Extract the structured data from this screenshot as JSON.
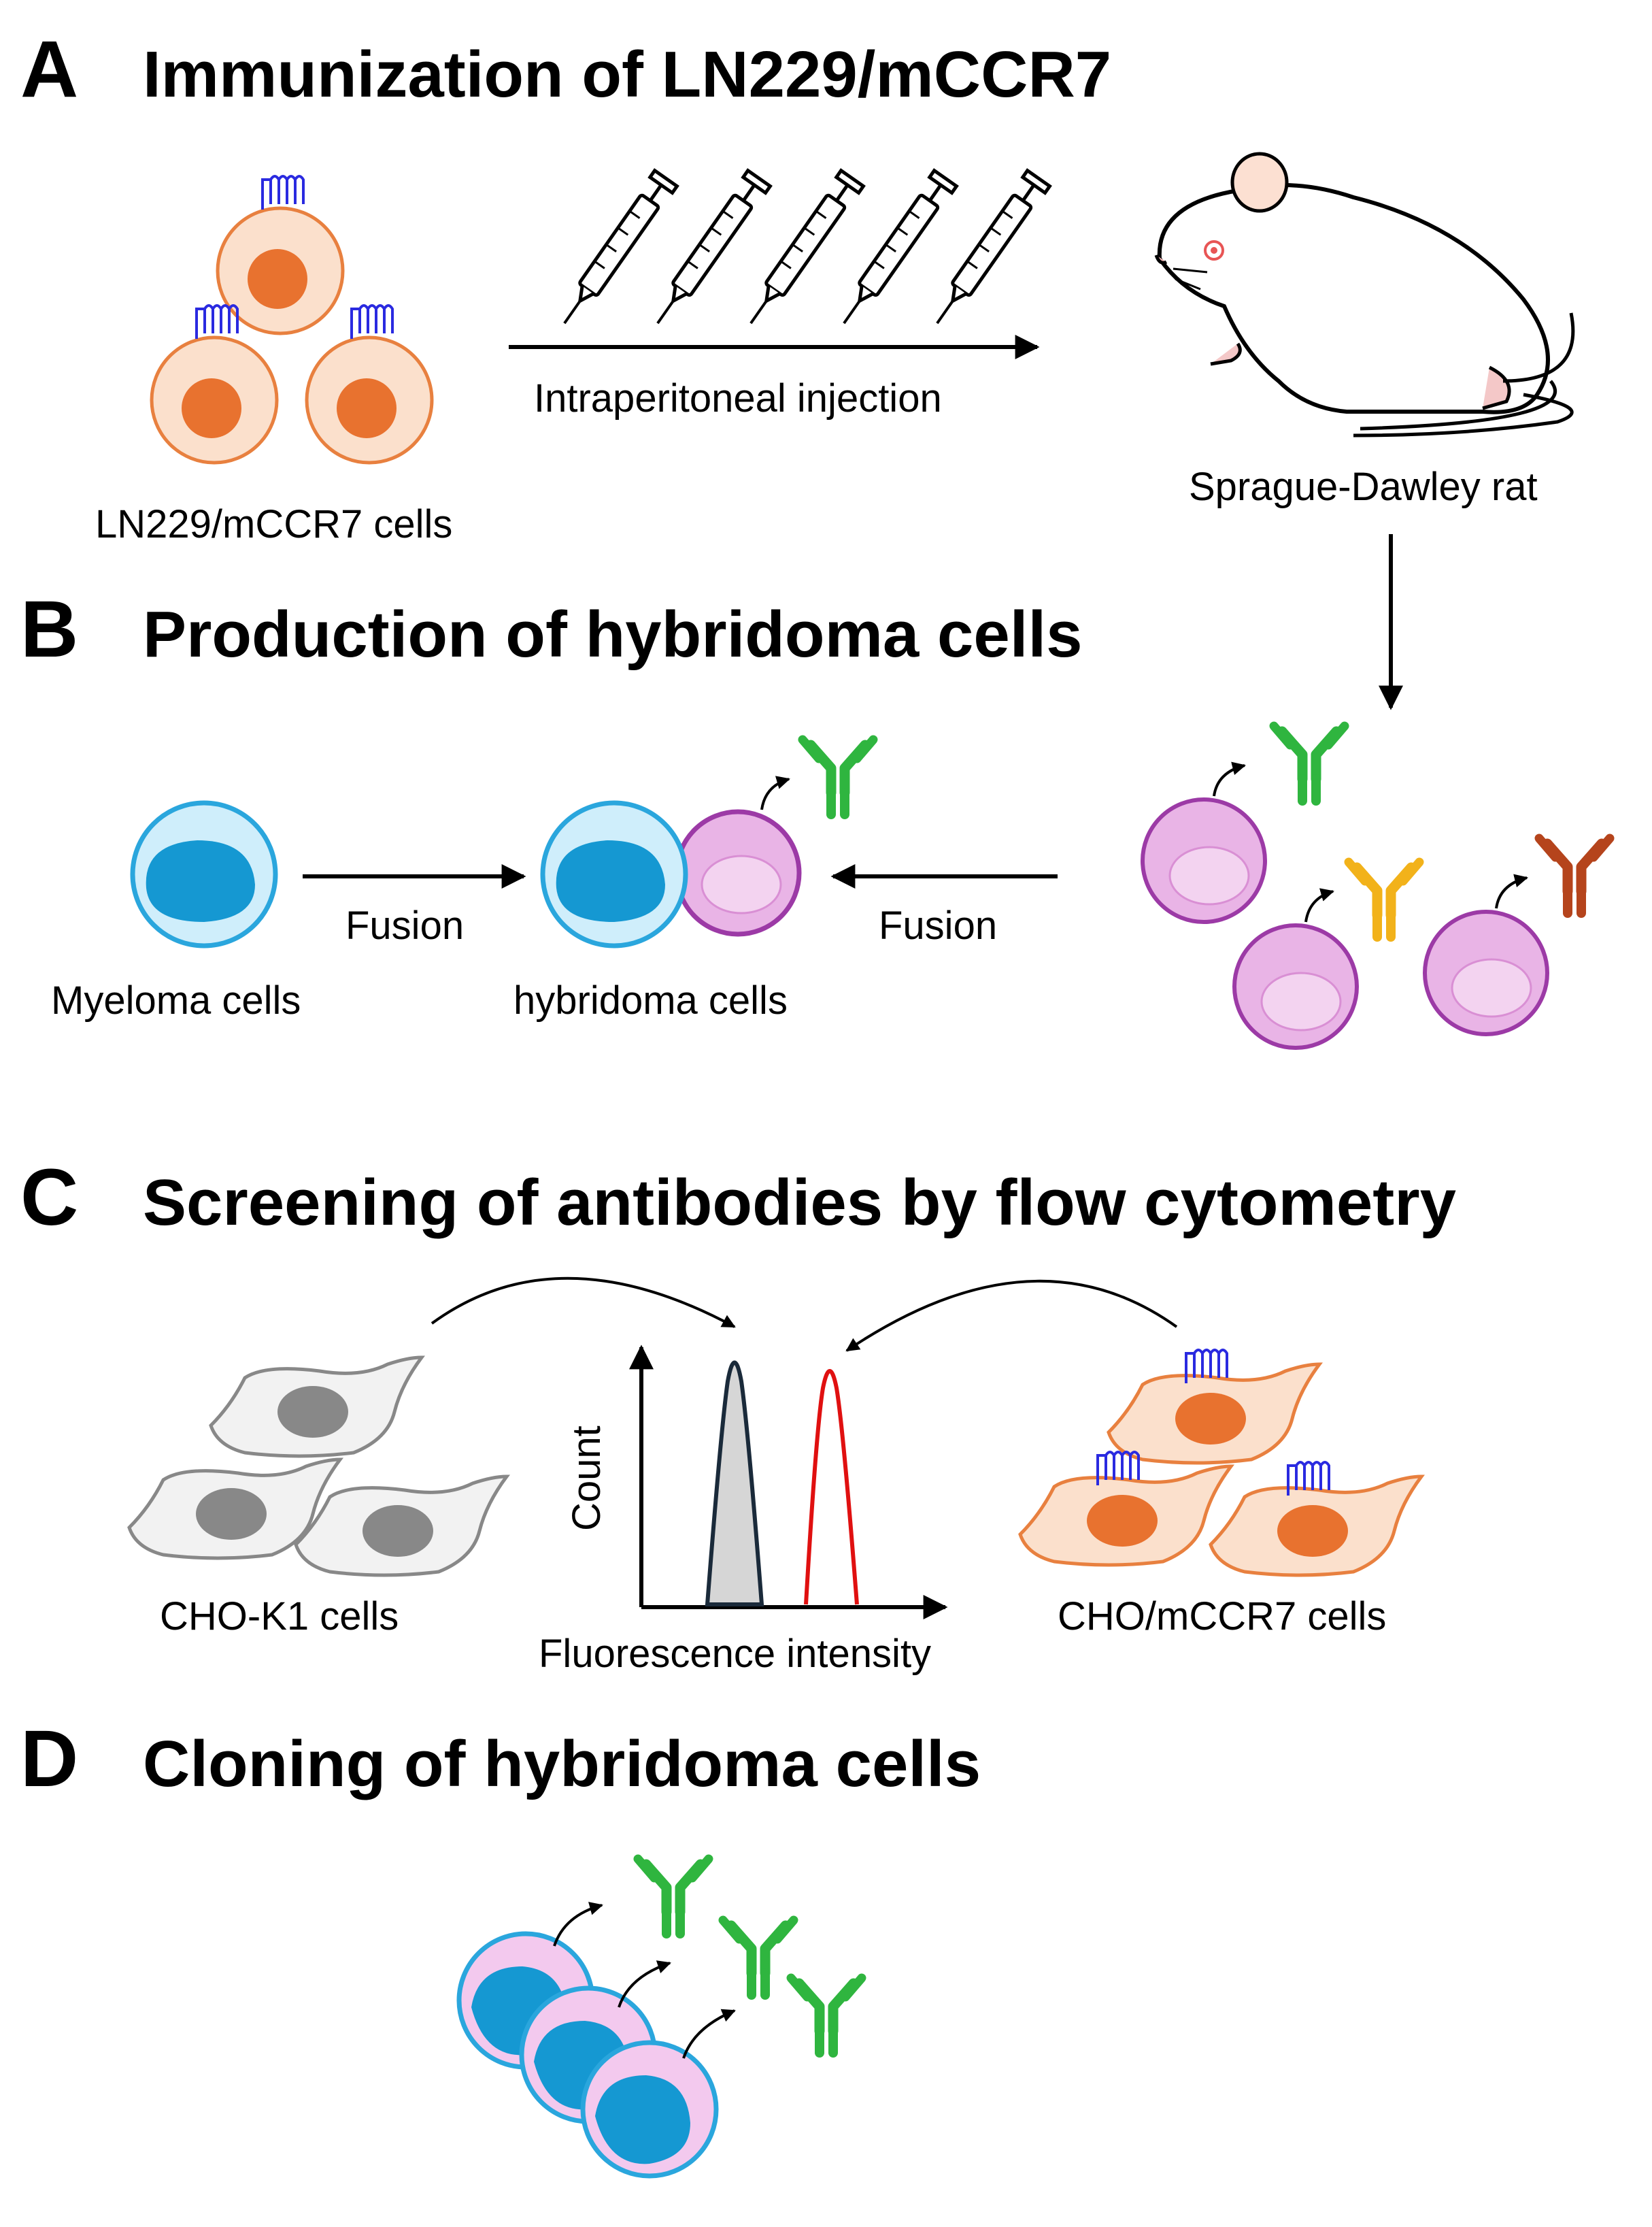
{
  "panels": {
    "a": {
      "letter": "A",
      "title": "Immunization of LN229/mCCR7"
    },
    "b": {
      "letter": "B",
      "title": "Production of hybridoma cells"
    },
    "c": {
      "letter": "C",
      "title": "Screening of antibodies by flow cytometry"
    },
    "d": {
      "letter": "D",
      "title": "Cloning of hybridoma cells"
    }
  },
  "labels": {
    "ln229_cells": "LN229/mCCR7 cells",
    "injection": "Intraperitoneal injection",
    "rat": "Sprague-Dawley rat",
    "fusion_left": "Fusion",
    "fusion_right": "Fusion",
    "myeloma": "Myeloma cells",
    "hybridoma": "hybridoma cells",
    "cho_k1": "CHO-K1 cells",
    "cho_mccr7": "CHO/mCCR7 cells",
    "count_axis": "Count",
    "fluorescence_axis": "Fluorescence intensity"
  },
  "colors": {
    "ln229_cytoplasm": "#fbe0cc",
    "ln229_nucleus": "#e8722f",
    "ln229_outline": "#e8803f",
    "receptor": "#2a2ae0",
    "myeloma_fill": "#cfeefb",
    "myeloma_nucleus": "#1598d2",
    "myeloma_outline": "#2aa6dd",
    "bcell_fill": "#e9b4e6",
    "bcell_outline": "#9c3aa6",
    "antibody_green": "#2fb53f",
    "antibody_yellow": "#f2b21a",
    "antibody_brown": "#b5441c",
    "cho_fill": "#f2f2f2",
    "cho_nucleus": "#888888",
    "cho_outline": "#888888",
    "peak_control_fill": "#d6d6d6",
    "peak_control_line": "#1a2a3a",
    "peak_positive_line": "#e01010"
  }
}
